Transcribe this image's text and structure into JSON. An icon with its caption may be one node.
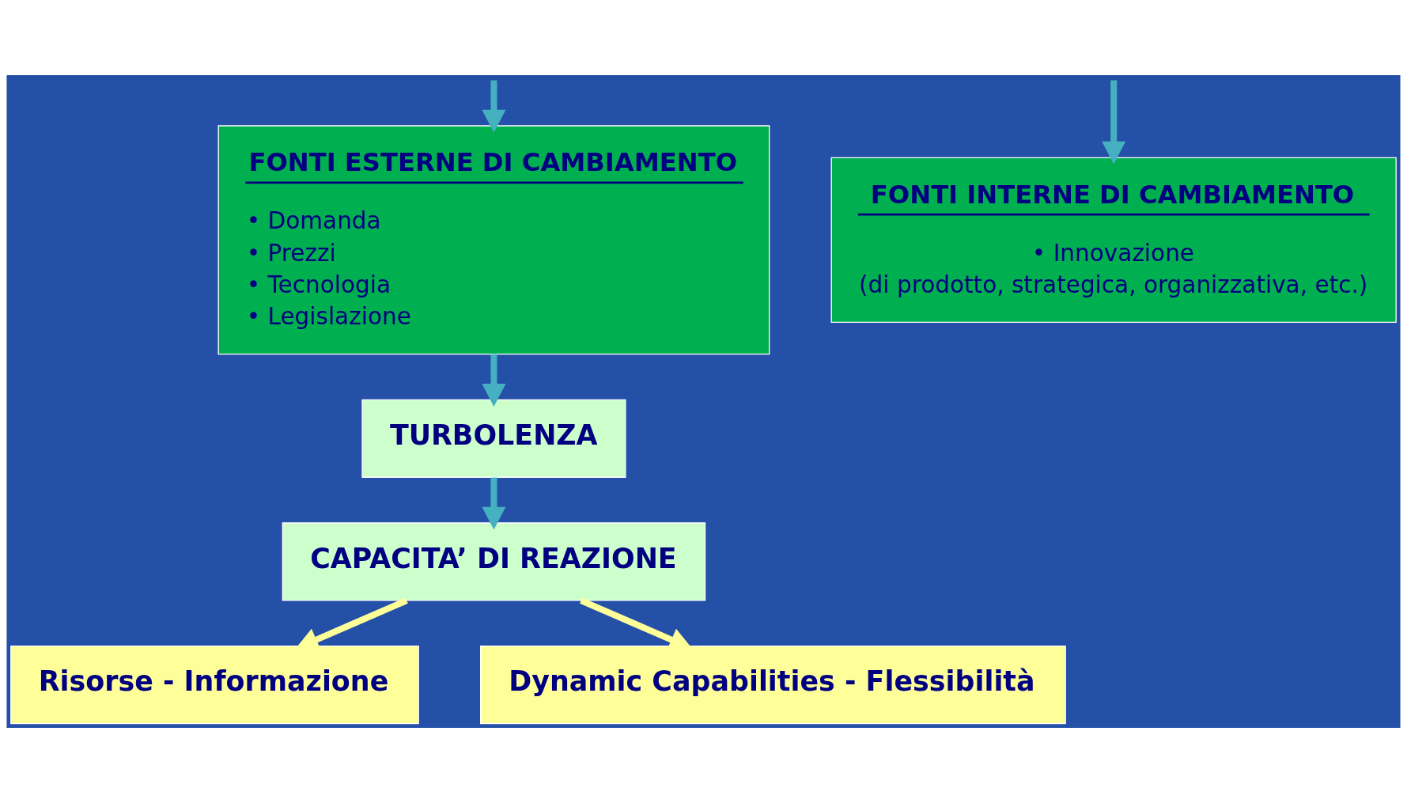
{
  "diagram": {
    "nodes": [
      {
        "text": [
          "FONTI ESTERNE DI CAMBIAMENTO",
          "• Domanda",
          "• Prezzi",
          "• Tecnologia",
          "• Legislazione"
        ]
      },
      {
        "text": [
          "FONTI INTERNE DI CAMBIAMENTO",
          "• Innovazione",
          "(di prodotto, strategica, organizzativa, etc.)"
        ]
      },
      {
        "text": [
          "TURBOLENZA"
        ]
      },
      {
        "text": [
          "CAPACITA’ DI REAZIONE"
        ]
      },
      {
        "text": [
          "Risorse - Informazione"
        ]
      },
      {
        "text": [
          "Dynamic Capabilities - Flessibilità"
        ]
      }
    ],
    "edges": [
      {
        "from": null,
        "to": 0,
        "arrow": "to"
      },
      {
        "from": null,
        "to": 1,
        "arrow": "to"
      },
      {
        "from": 0,
        "to": 2,
        "arrow": "to"
      },
      {
        "from": 2,
        "to": 3,
        "arrow": "to"
      },
      {
        "from": 3,
        "to": 4,
        "arrow": "to",
        "color": "#ffff99"
      },
      {
        "from": 3,
        "to": 5,
        "arrow": "to",
        "color": "#ffff99"
      }
    ]
  }
}
